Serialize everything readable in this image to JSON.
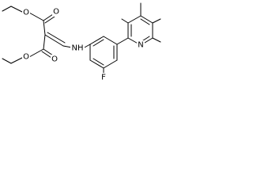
{
  "structure": {
    "atom_labels": {
      "o_top_left": "O",
      "o_top_carbonyl": "O",
      "o_bottom_ester": "O",
      "o_bottom_carbonyl": "O",
      "nh": "NH",
      "n_pyridine": "N",
      "fluorine": "F"
    }
  }
}
